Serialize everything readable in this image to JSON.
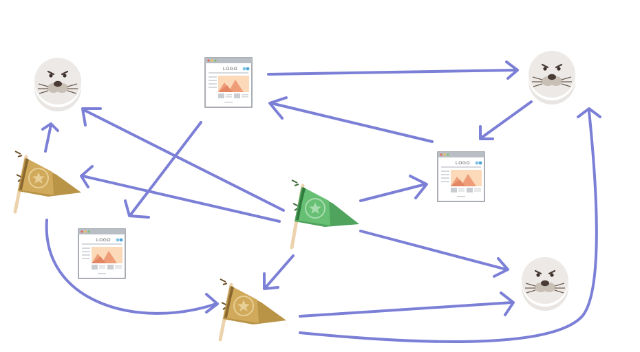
{
  "diagram": {
    "webpage_logo_text": "LOGO",
    "colors": {
      "edge": "#7b7fd6",
      "flag_gold": "#c9a253",
      "flag_gold_dark": "#a8843f",
      "flag_green": "#5cb86a",
      "flag_green_dark": "#3f8f4c",
      "flag_pole": "#e8cfa8",
      "seal_face": "#ece9e6",
      "webpage_frame": "#9aa0a8",
      "webpage_image": "#f3b27e"
    },
    "nodes": [
      {
        "id": "seal-1",
        "kind": "seal",
        "icon": "seal-icon"
      },
      {
        "id": "seal-2",
        "kind": "seal",
        "icon": "seal-icon"
      },
      {
        "id": "seal-3",
        "kind": "seal",
        "icon": "seal-icon"
      },
      {
        "id": "webpage-1",
        "kind": "webpage",
        "icon": "webpage-icon"
      },
      {
        "id": "webpage-2",
        "kind": "webpage",
        "icon": "webpage-icon"
      },
      {
        "id": "webpage-3",
        "kind": "webpage",
        "icon": "webpage-icon"
      },
      {
        "id": "flag-gold-1",
        "kind": "flag",
        "icon": "gold-pennant-icon"
      },
      {
        "id": "flag-gold-2",
        "kind": "flag",
        "icon": "gold-pennant-icon"
      },
      {
        "id": "flag-green",
        "kind": "flag",
        "icon": "green-pennant-icon"
      }
    ],
    "edges": [
      {
        "from": "webpage-1",
        "to": "seal-2"
      },
      {
        "from": "seal-2",
        "to": "webpage-2"
      },
      {
        "from": "webpage-2",
        "to": "webpage-1"
      },
      {
        "from": "webpage-1",
        "to": "webpage-3"
      },
      {
        "from": "flag-gold-1",
        "to": "seal-1"
      },
      {
        "from": "flag-green",
        "to": "seal-1"
      },
      {
        "from": "flag-green",
        "to": "flag-gold-1"
      },
      {
        "from": "flag-green",
        "to": "webpage-2"
      },
      {
        "from": "flag-green",
        "to": "seal-3"
      },
      {
        "from": "flag-green",
        "to": "flag-gold-2"
      },
      {
        "from": "flag-gold-1",
        "to": "flag-gold-2"
      },
      {
        "from": "flag-gold-2",
        "to": "seal-3"
      },
      {
        "from": "flag-gold-2",
        "to": "seal-2"
      }
    ]
  }
}
